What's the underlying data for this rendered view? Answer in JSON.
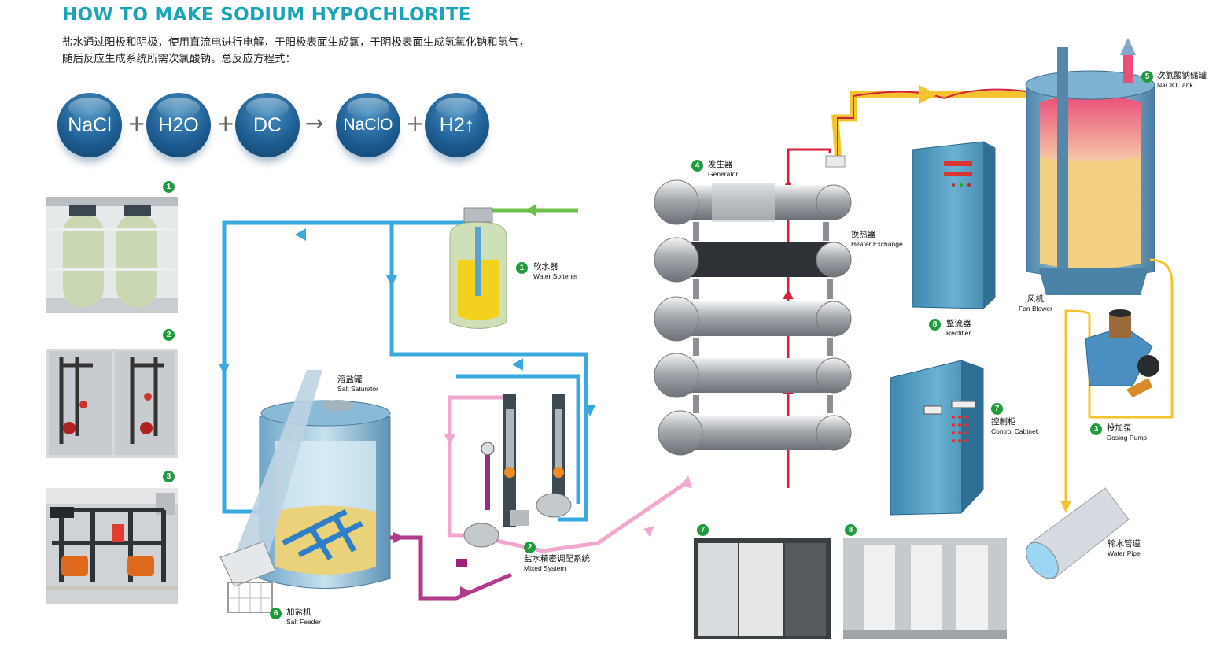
{
  "header": {
    "title": "HOW TO MAKE SODIUM HYPOCHLORITE",
    "line1": "盐水通过阳极和阴极，使用直流电进行电解，于阳极表面生成氯，于阴极表面生成氢氧化钠和氢气，",
    "line2": "随后反应生成系统所需次氯酸钠。总反应方程式："
  },
  "equation": {
    "terms": [
      "NaCl",
      "H2O",
      "DC",
      "NaClO",
      "H2↑"
    ],
    "plus": "+",
    "arrow": "→"
  },
  "photo_badges": [
    "1",
    "2",
    "3"
  ],
  "bottom_badges": [
    "7",
    "8"
  ],
  "labels": {
    "softener": {
      "num": "1",
      "zh": "软水器",
      "en": "Water Softener"
    },
    "mixed": {
      "num": "2",
      "zh": "盐水精密调配系统",
      "en": "Mixed System"
    },
    "dosing": {
      "num": "3",
      "zh": "投加泵",
      "en": "Dosing Pump"
    },
    "generator": {
      "num": "4",
      "zh": "发生器",
      "en": "Generator"
    },
    "tank": {
      "num": "5",
      "zh": "次氯酸钠储罐",
      "en": "NaClO Tank"
    },
    "feeder": {
      "num": "6",
      "zh": "加盐机",
      "en": "Salt Feeder"
    },
    "cabinet": {
      "num": "7",
      "zh": "控制柜",
      "en": "Control Cabinet"
    },
    "rectifier": {
      "num": "8",
      "zh": "整流器",
      "en": "Rectifier"
    },
    "saturator": {
      "zh": "溶盐罐",
      "en": "Salt Saturator"
    },
    "heater": {
      "zh": "换热器",
      "en": "Heater Exchange"
    },
    "blower": {
      "zh": "风机",
      "en": "Fan Blower"
    },
    "pipe": {
      "zh": "输水管道",
      "en": "Water Pipe"
    }
  },
  "colors": {
    "title": "#1aa3b9",
    "blue_pipe": "#3aa9df",
    "green_pipe": "#6cc04a",
    "pink_pipe": "#f1a8cf",
    "purple_pipe": "#b23a8a",
    "red_pipe": "#d8203a",
    "yellow_pipe": "#f4c430",
    "badge": "#1f9a3c"
  }
}
